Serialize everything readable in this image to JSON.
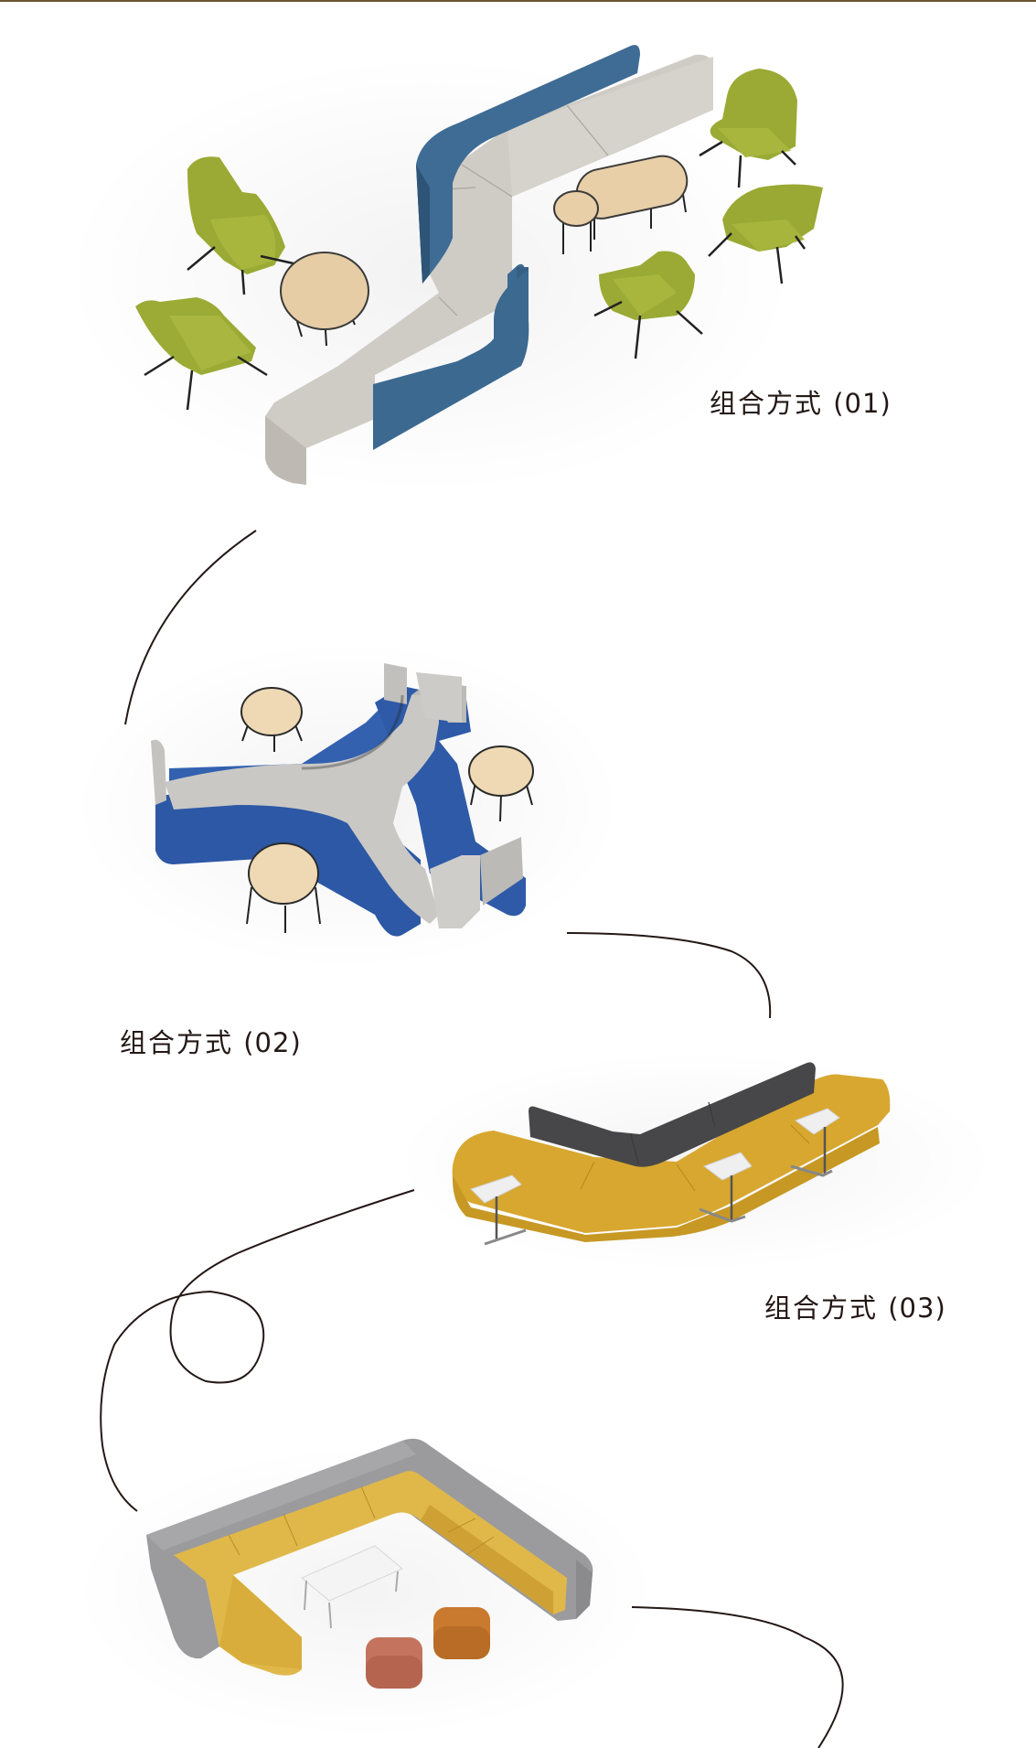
{
  "page": {
    "top_rule_color": "#6b5430",
    "background": "#ffffff",
    "connector_line_color": "#231815"
  },
  "configurations": [
    {
      "label": "组合方式",
      "number": "(01)",
      "description": "S-shaped modular bench sofa with blue backrests, green lounge chairs and wood-top tables",
      "colors": {
        "seat": "#cbc7c0",
        "back": "#3d6a92",
        "chair": "#9aa832",
        "table_top": "#e8cfa8",
        "metal": "#2b2b2b"
      }
    },
    {
      "label": "组合方式",
      "number": "(02)",
      "description": "Y-shaped three-way modular sofa with blue seats, grey divider backrest and three round tables",
      "colors": {
        "seat": "#2f5aa8",
        "back": "#c9c8c6",
        "table_top": "#eed9b4",
        "metal": "#2b2b2b"
      }
    },
    {
      "label": "组合方式",
      "number": "(03)",
      "description": "L-shaped mustard bench sofa with dark grey backrest and three side tables",
      "colors": {
        "seat": "#d9a830",
        "back": "#474749",
        "table_top": "#f2f2f2",
        "metal": "#7b7b7b"
      }
    },
    {
      "label": "",
      "number": "",
      "description": "U-shaped mustard sofa with grey back shell, white coffee table and two ottomans",
      "colors": {
        "seat": "#e0b84a",
        "back": "#9a9a9c",
        "table_top": "#f4f4f4",
        "ottoman_1": "#c4735e",
        "ottoman_2": "#c97a2e"
      }
    }
  ]
}
